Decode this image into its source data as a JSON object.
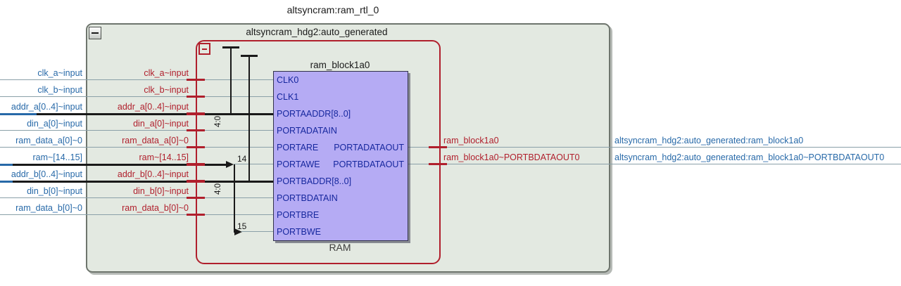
{
  "titles": {
    "outer": "altsyncram:ram_rtl_0",
    "inner": "altsyncram_hdg2:auto_generated",
    "block": "ram_block1a0",
    "block_caption": "RAM"
  },
  "left_rows": [
    {
      "label": "clk_a~input",
      "type": "signal"
    },
    {
      "label": "clk_b~input",
      "type": "signal"
    },
    {
      "label": "addr_a[0..4]~input",
      "type": "bus"
    },
    {
      "label": "din_a[0]~input",
      "type": "signal"
    },
    {
      "label": "ram_data_a[0]~0",
      "type": "signal"
    },
    {
      "label": "ram~[14..15]",
      "type": "bus"
    },
    {
      "label": "addr_b[0..4]~input",
      "type": "bus"
    },
    {
      "label": "din_b[0]~input",
      "type": "signal"
    },
    {
      "label": "ram_data_b[0]~0",
      "type": "signal"
    }
  ],
  "right_rows": [
    {
      "inner_label": "ram_block1a0",
      "outer_label": "altsyncram_hdg2:auto_generated:ram_block1a0"
    },
    {
      "inner_label": "ram_block1a0~PORTBDATAOUT0",
      "outer_label": "altsyncram_hdg2:auto_generated:ram_block1a0~PORTBDATAOUT0"
    }
  ],
  "block": {
    "left_ports": [
      "CLK0",
      "CLK1",
      "PORTAADDR[8..0]",
      "PORTADATAIN",
      "PORTARE",
      "PORTAWE",
      "PORTBADDR[8..0]",
      "PORTBDATAIN",
      "PORTBRE",
      "PORTBWE"
    ],
    "right_ports": [
      "PORTADATAOUT",
      "PORTBDATAOUT"
    ]
  },
  "annotations": {
    "bit_top": "14",
    "bit_bottom": "15",
    "rip_a": "4:0",
    "rip_b": "4:0"
  },
  "colors": {
    "box_fill": "#e3e9e1",
    "box_border": "#6e756d",
    "hierarchy_red": "#b01f2c",
    "net_blue": "#2769a8",
    "block_fill": "#b5abf4",
    "port_navy": "#16279e",
    "wire_gray": "#8aa0a8",
    "bus_black": "#191919"
  }
}
